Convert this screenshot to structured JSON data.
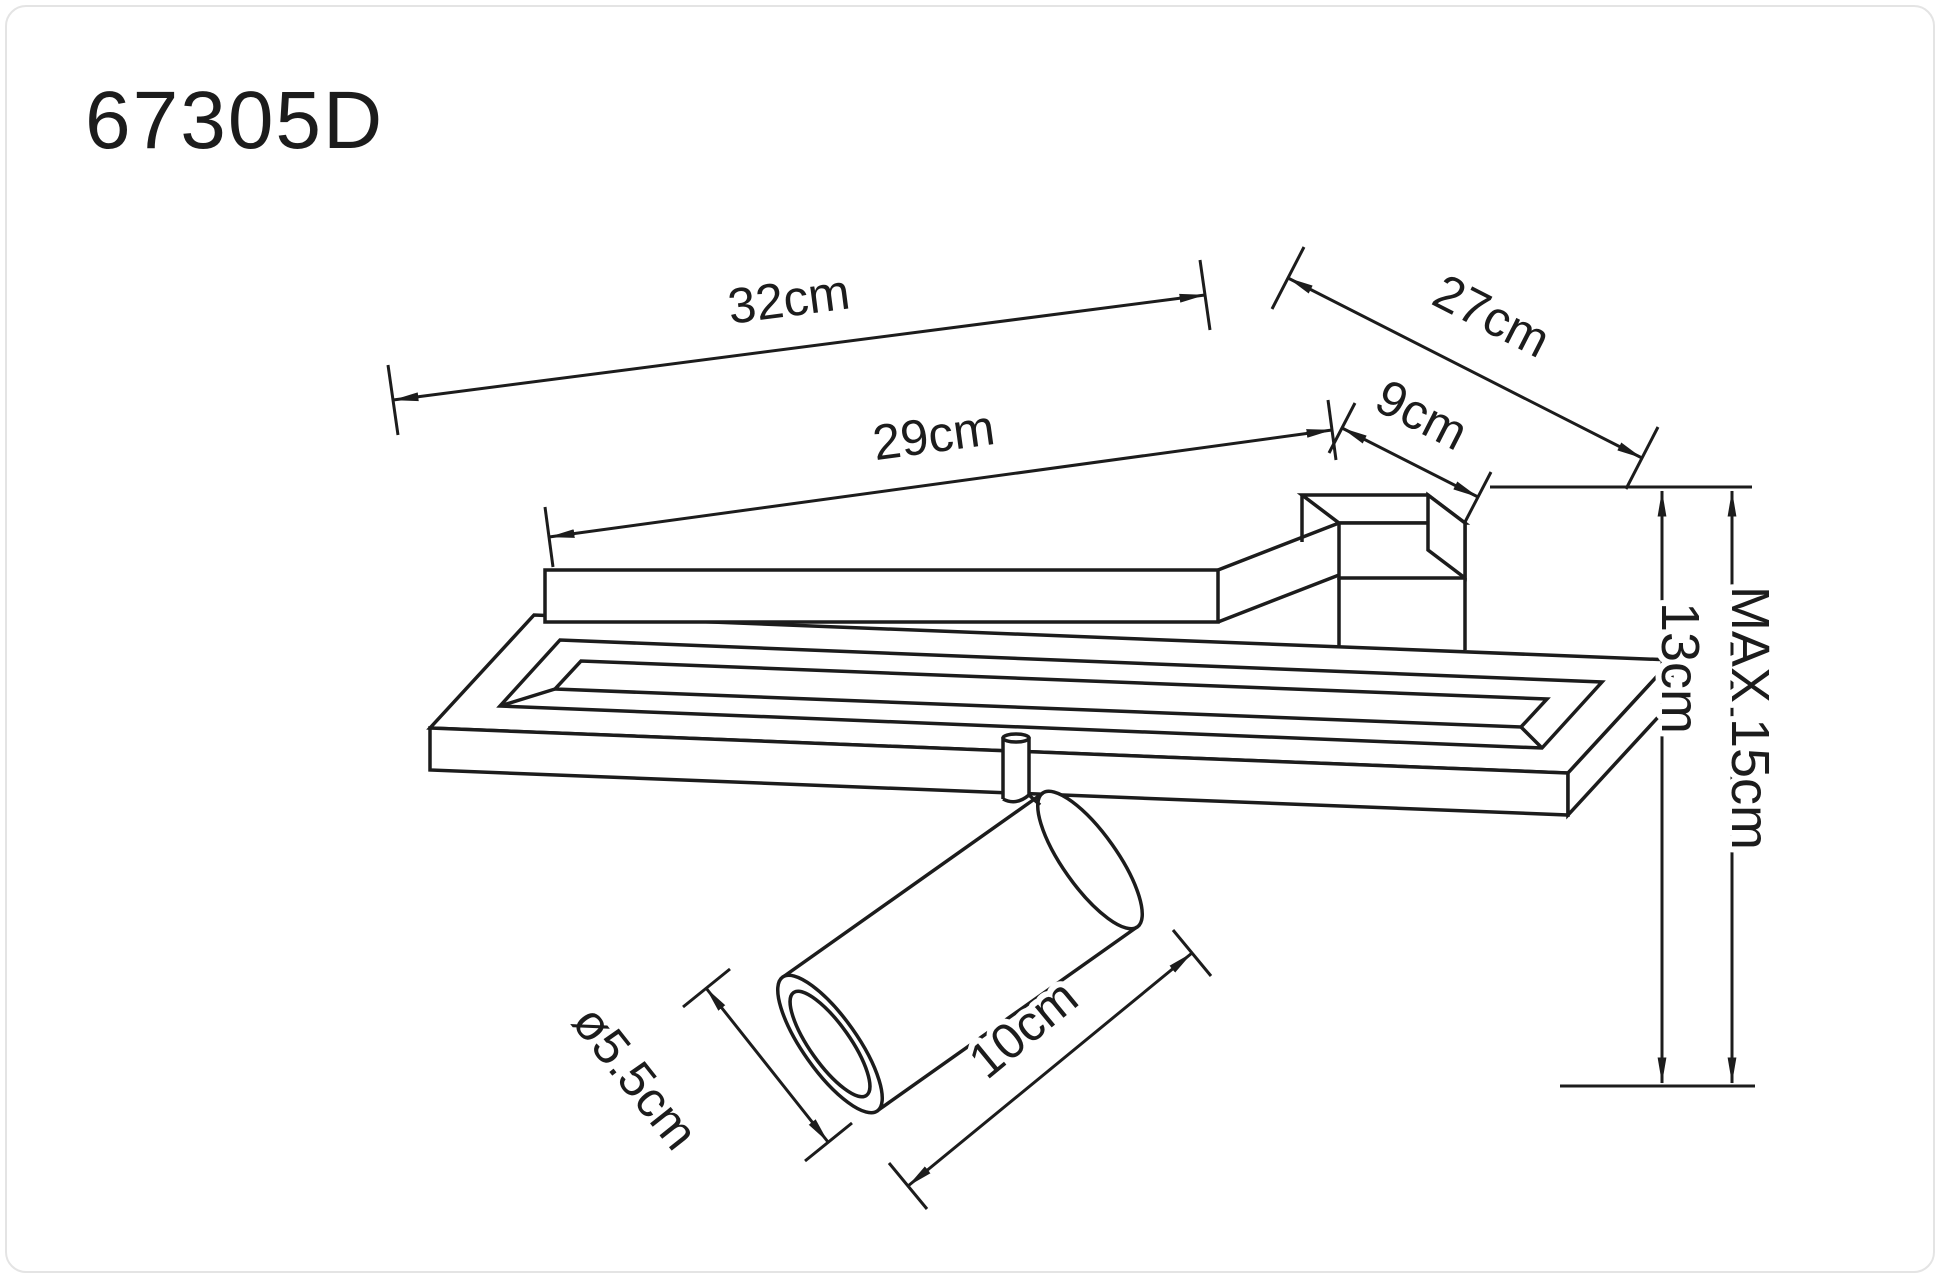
{
  "title": "67305D",
  "colors": {
    "line": "#1c1c1c",
    "background": "#ffffff"
  },
  "labels": {
    "d32": "32cm",
    "d27": "27cm",
    "d29": "29cm",
    "d9": "9cm",
    "d13": "13cm",
    "dmax": "MAX 15cm",
    "ddia": "ø5.5cm",
    "d10": "10cm"
  }
}
